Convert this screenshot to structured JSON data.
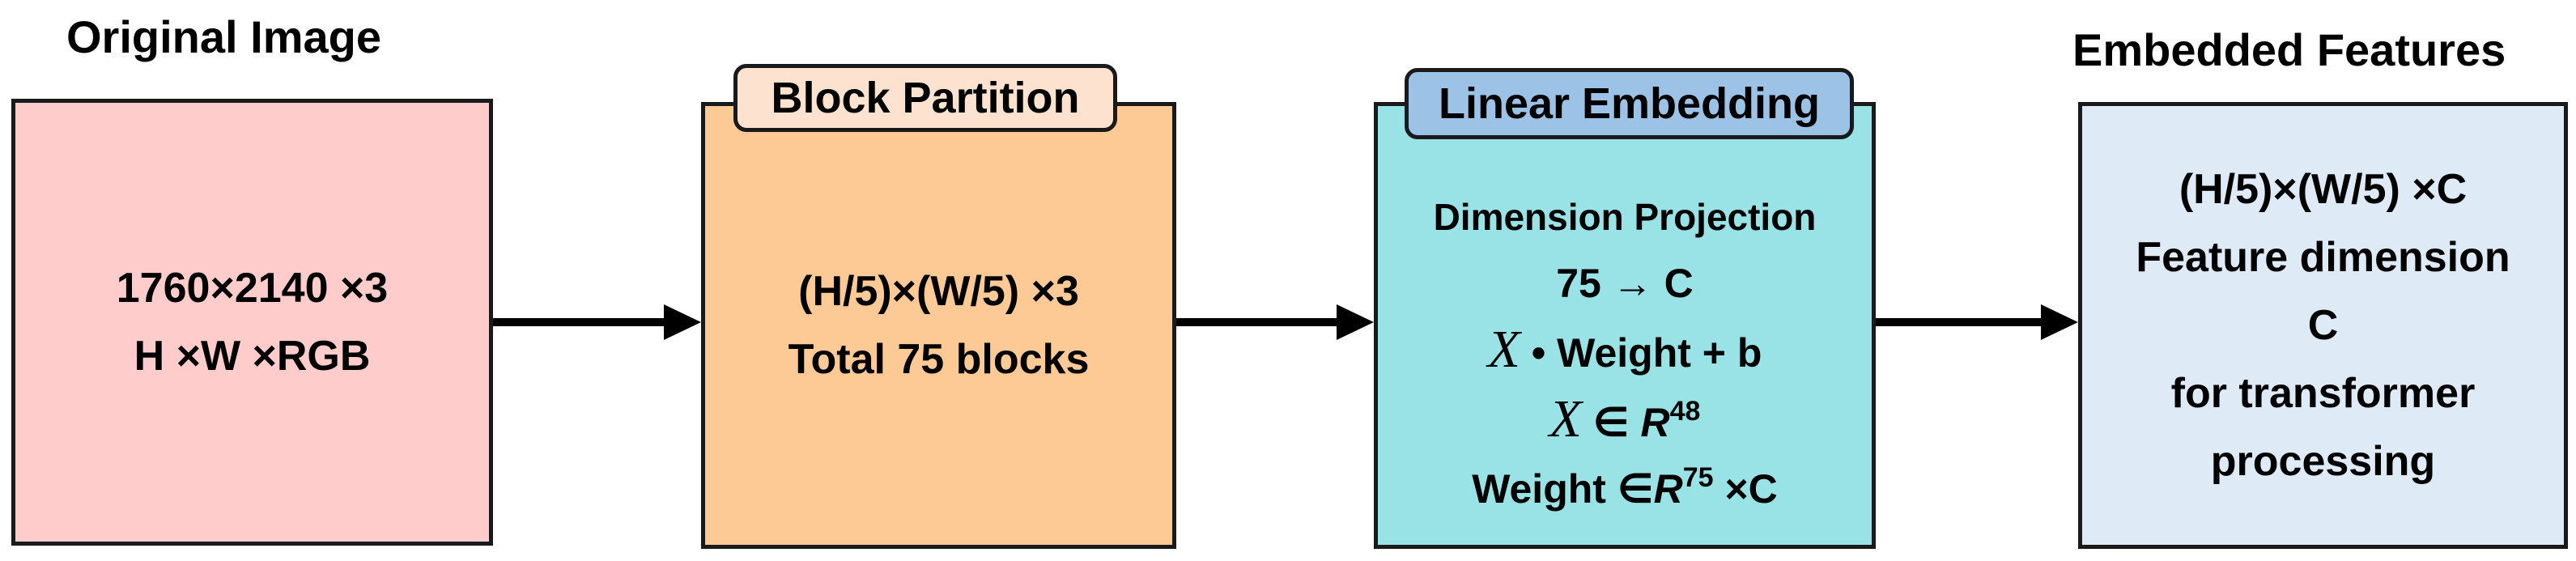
{
  "colors": {
    "original_fill": "#ffcccc",
    "block_fill": "#fdca95",
    "block_tab_fill": "#fde3cf",
    "linear_fill": "#99e3e6",
    "linear_tab_fill": "#9cc3e6",
    "embedded_fill": "#deebf7",
    "border": "#1a1a1a",
    "arrow": "#000000"
  },
  "original": {
    "heading": "Original Image",
    "line1": "1760×2140 ×3",
    "line2": "H ×W ×RGB"
  },
  "block": {
    "tab": "Block Partition",
    "line1": "(H/5)×(W/5) ×3",
    "line2": "Total 75 blocks"
  },
  "linear": {
    "tab": "Linear Embedding",
    "line1": "Dimension Projection",
    "line2": "75 → C",
    "line3_var": "X",
    "line3_rest": " • Weight + b",
    "line4_var": "X",
    "line4_in": " ∈ ",
    "line4_R": "R",
    "line4_sup": "48",
    "line5_pre": "Weight ∈",
    "line5_R": "R",
    "line5_sup": "75",
    "line5_post": " ×C"
  },
  "embedded": {
    "heading": "Embedded Features",
    "line1": "(H/5)×(W/5) ×C",
    "line2": "Feature dimension",
    "line3": "C",
    "line4": "for transformer",
    "line5": "processing"
  },
  "arrow_icons": [
    "arrow-right-icon",
    "arrow-right-icon",
    "arrow-right-icon"
  ]
}
